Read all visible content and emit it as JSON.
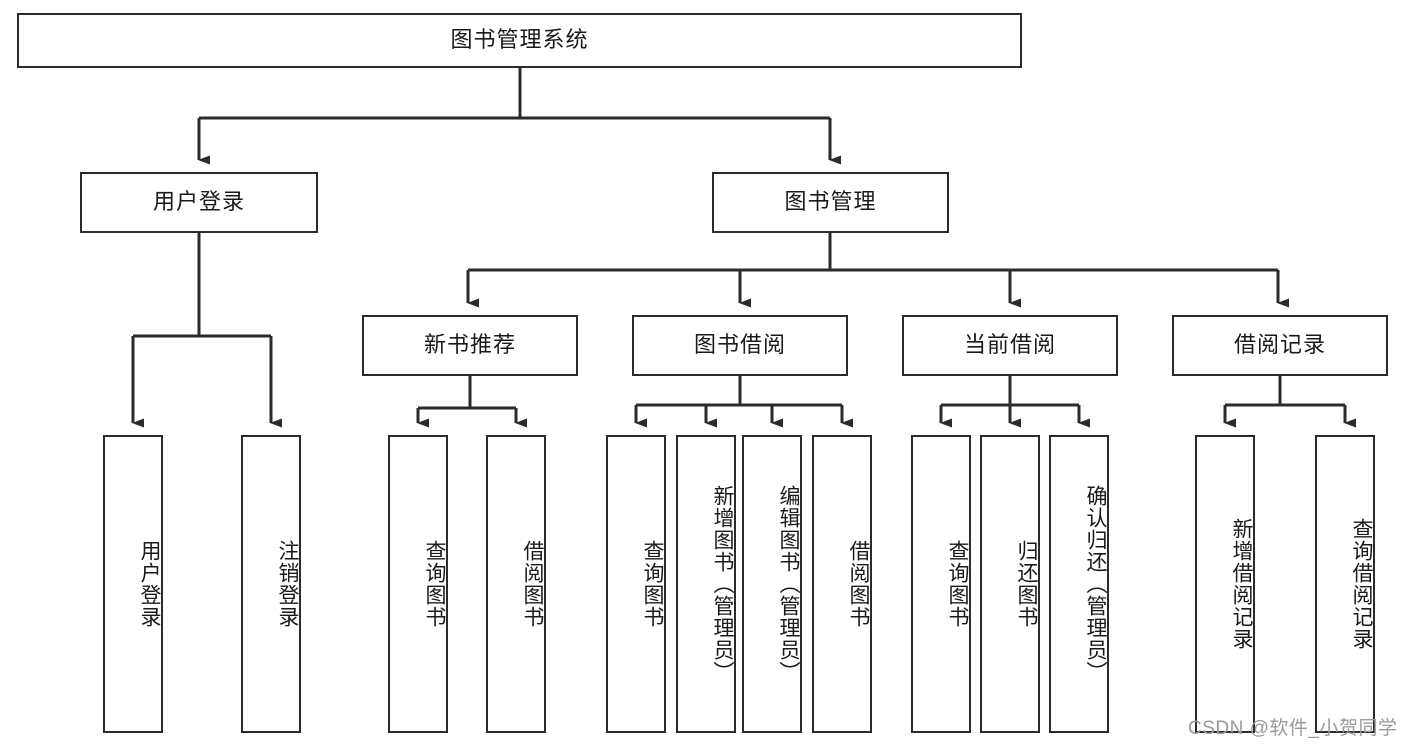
{
  "diagram": {
    "title": "图书管理系统",
    "type": "tree-hierarchy-diagram",
    "colors": {
      "box_border": "#2b2b2b",
      "box_fill": "#ffffff",
      "connector": "#2b2b2b",
      "text": "#1a1a1a",
      "watermark": "#9a9a9a"
    },
    "root": {
      "label": "图书管理系统",
      "children": [
        {
          "label": "用户登录",
          "children": [
            {
              "label": "用户登录"
            },
            {
              "label": "注销登录"
            }
          ]
        },
        {
          "label": "图书管理",
          "children": [
            {
              "label": "新书推荐",
              "children": [
                {
                  "label": "查询图书"
                },
                {
                  "label": "借阅图书"
                }
              ]
            },
            {
              "label": "图书借阅",
              "children": [
                {
                  "label": "查询图书"
                },
                {
                  "label": "新增图书（管理员）"
                },
                {
                  "label": "编辑图书（管理员）"
                },
                {
                  "label": "借阅图书"
                }
              ]
            },
            {
              "label": "当前借阅",
              "children": [
                {
                  "label": "查询图书"
                },
                {
                  "label": "归还图书"
                },
                {
                  "label": "确认归还（管理员）"
                }
              ]
            },
            {
              "label": "借阅记录",
              "children": [
                {
                  "label": "新增借阅记录"
                },
                {
                  "label": "查询借阅记录"
                }
              ]
            }
          ]
        }
      ]
    }
  },
  "watermark": {
    "text": "CSDN @软件_小贺同学"
  }
}
